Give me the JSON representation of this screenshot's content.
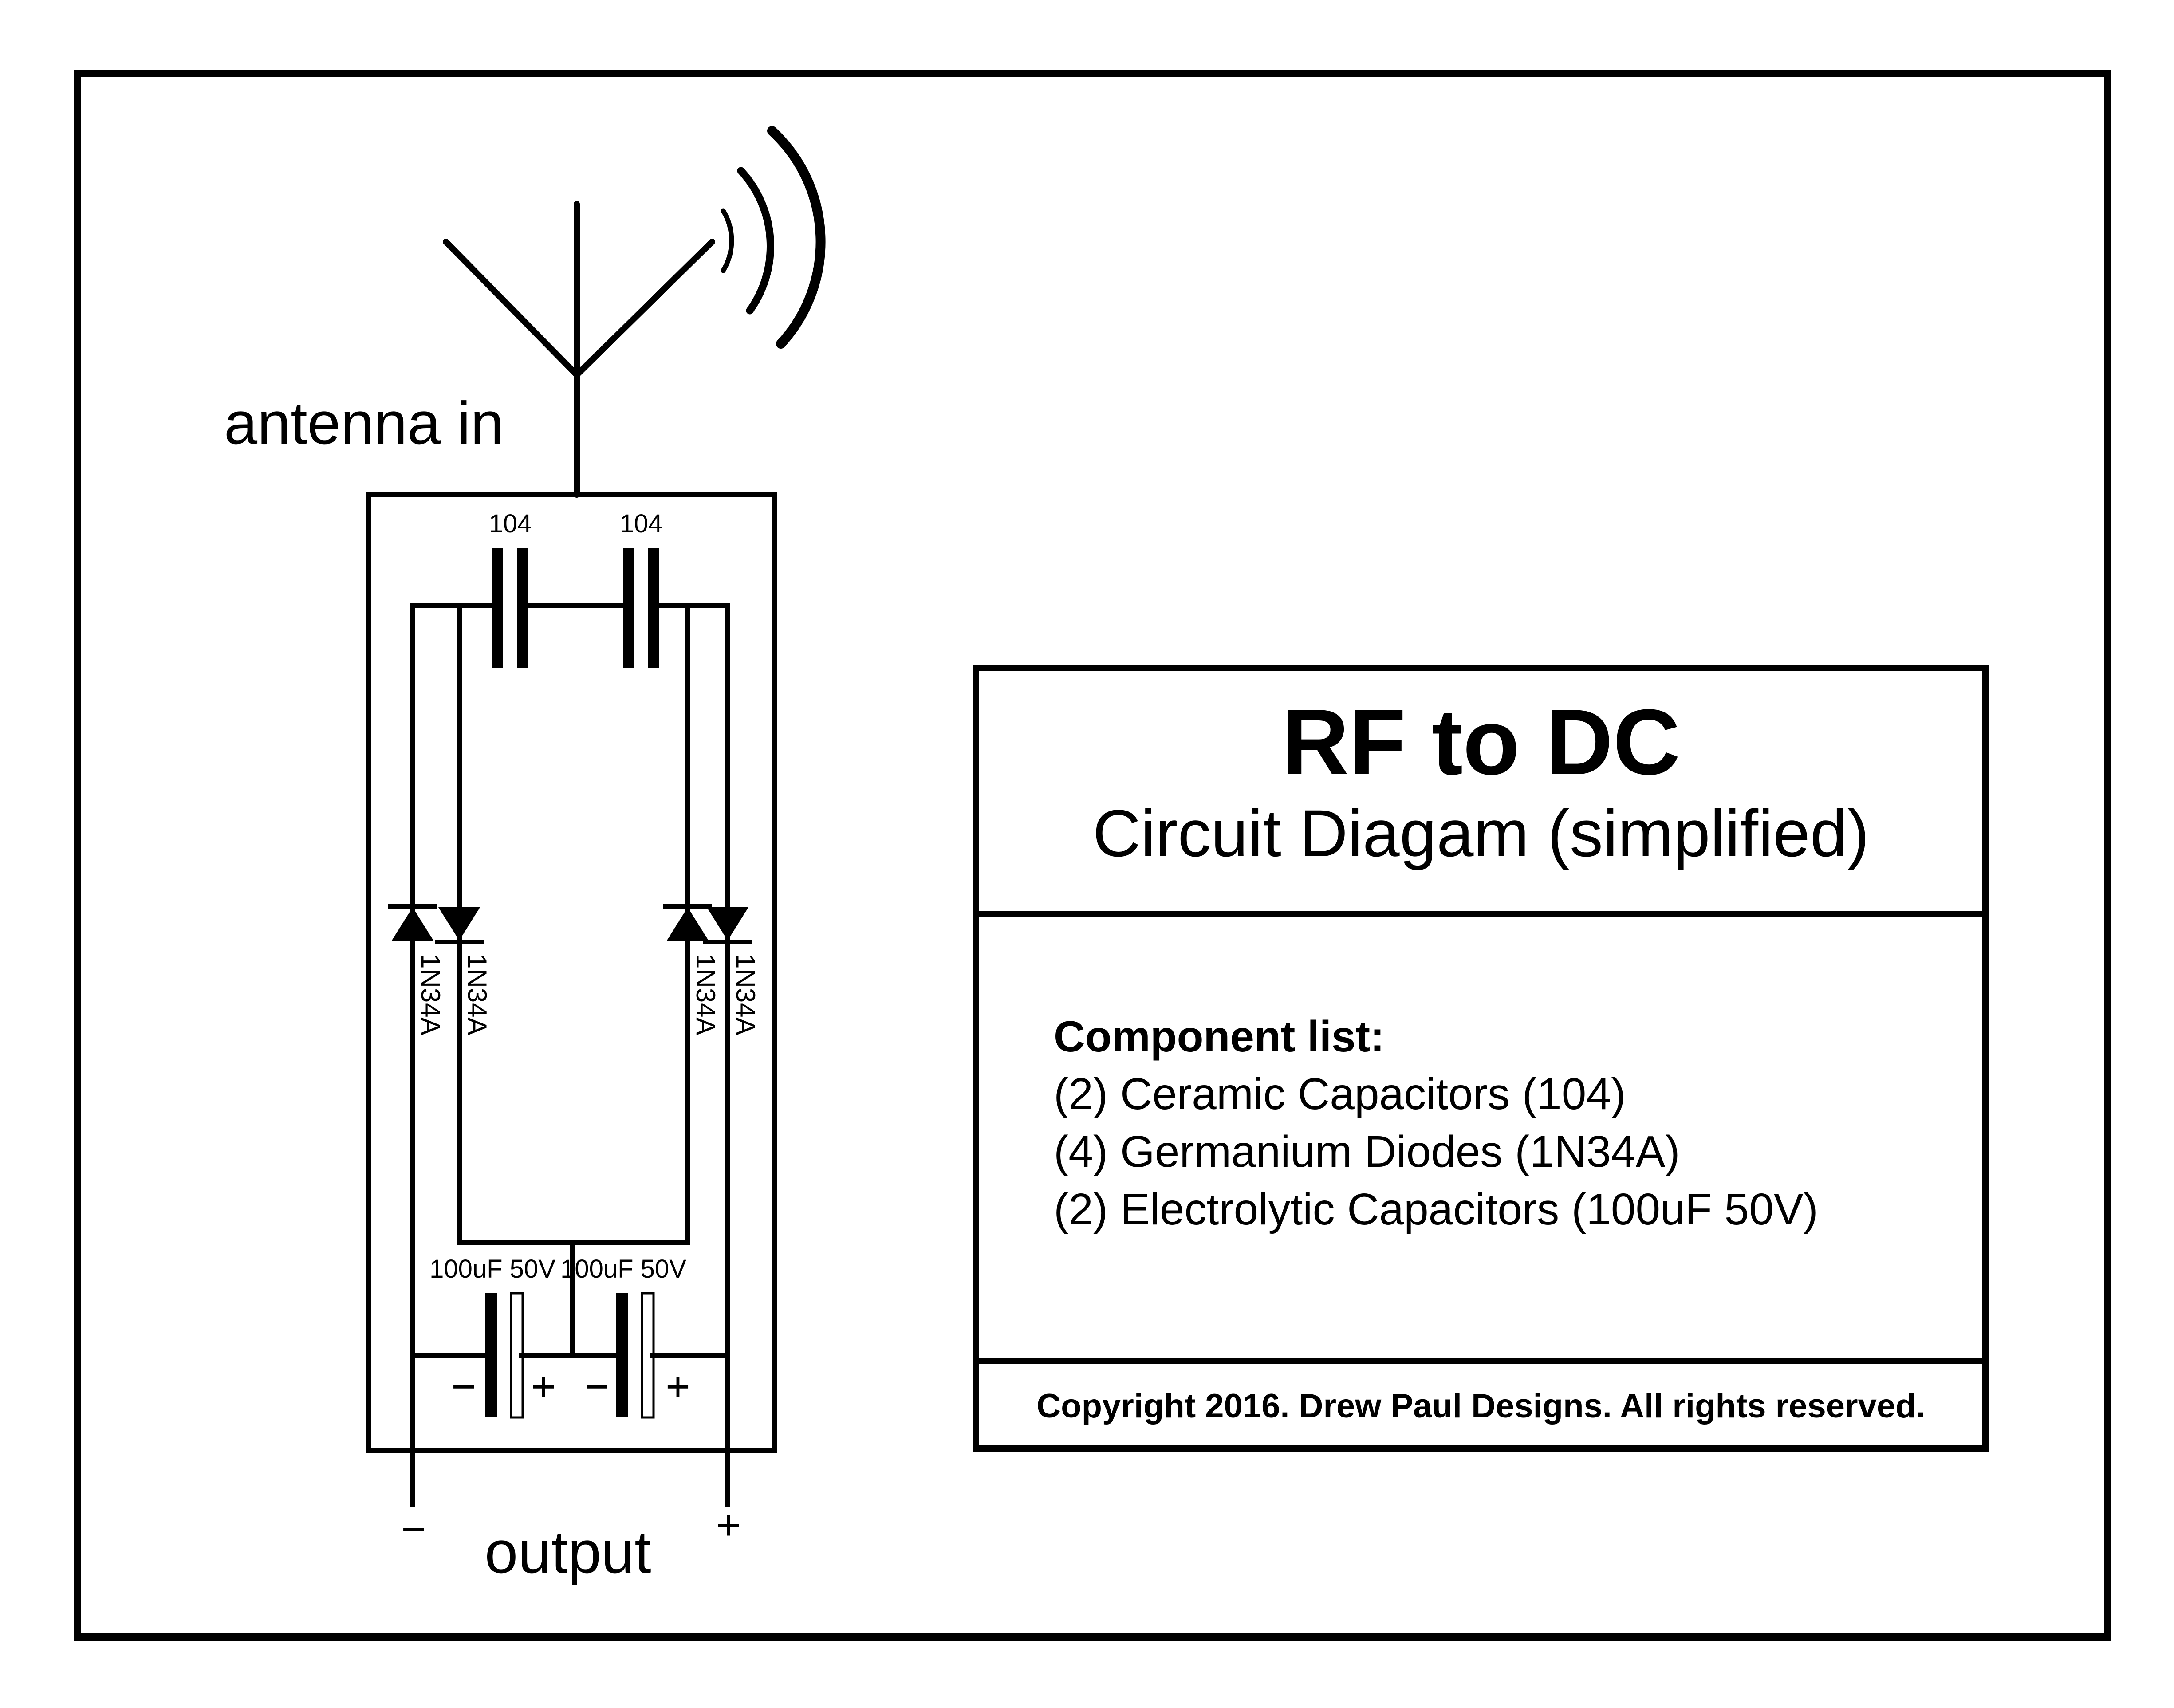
{
  "antenna": {
    "label": "antenna in"
  },
  "capacitors": {
    "ceramic_left": "104",
    "ceramic_right": "104",
    "electrolytic_left": "100uF 50V",
    "electrolytic_right": "100uF 50V",
    "minus_symbol": "−",
    "plus_symbol": "+"
  },
  "diodes": {
    "d1": "1N34A",
    "d2": "1N34A",
    "d3": "1N34A",
    "d4": "1N34A"
  },
  "output": {
    "label": "output",
    "minus": "−",
    "plus": "+"
  },
  "title_block": {
    "title": "RF to DC",
    "subtitle": "Circuit Diagam (simplified)",
    "component_heading": "Component list:",
    "components": [
      "(2) Ceramic Capacitors (104)",
      "(4) Germanium Diodes (1N34A)",
      "(2) Electrolytic Capacitors (100uF 50V)"
    ],
    "copyright": "Copyright 2016. Drew Paul Designs. All rights reserved."
  },
  "colors": {
    "ink": "#000000",
    "paper": "#ffffff"
  }
}
